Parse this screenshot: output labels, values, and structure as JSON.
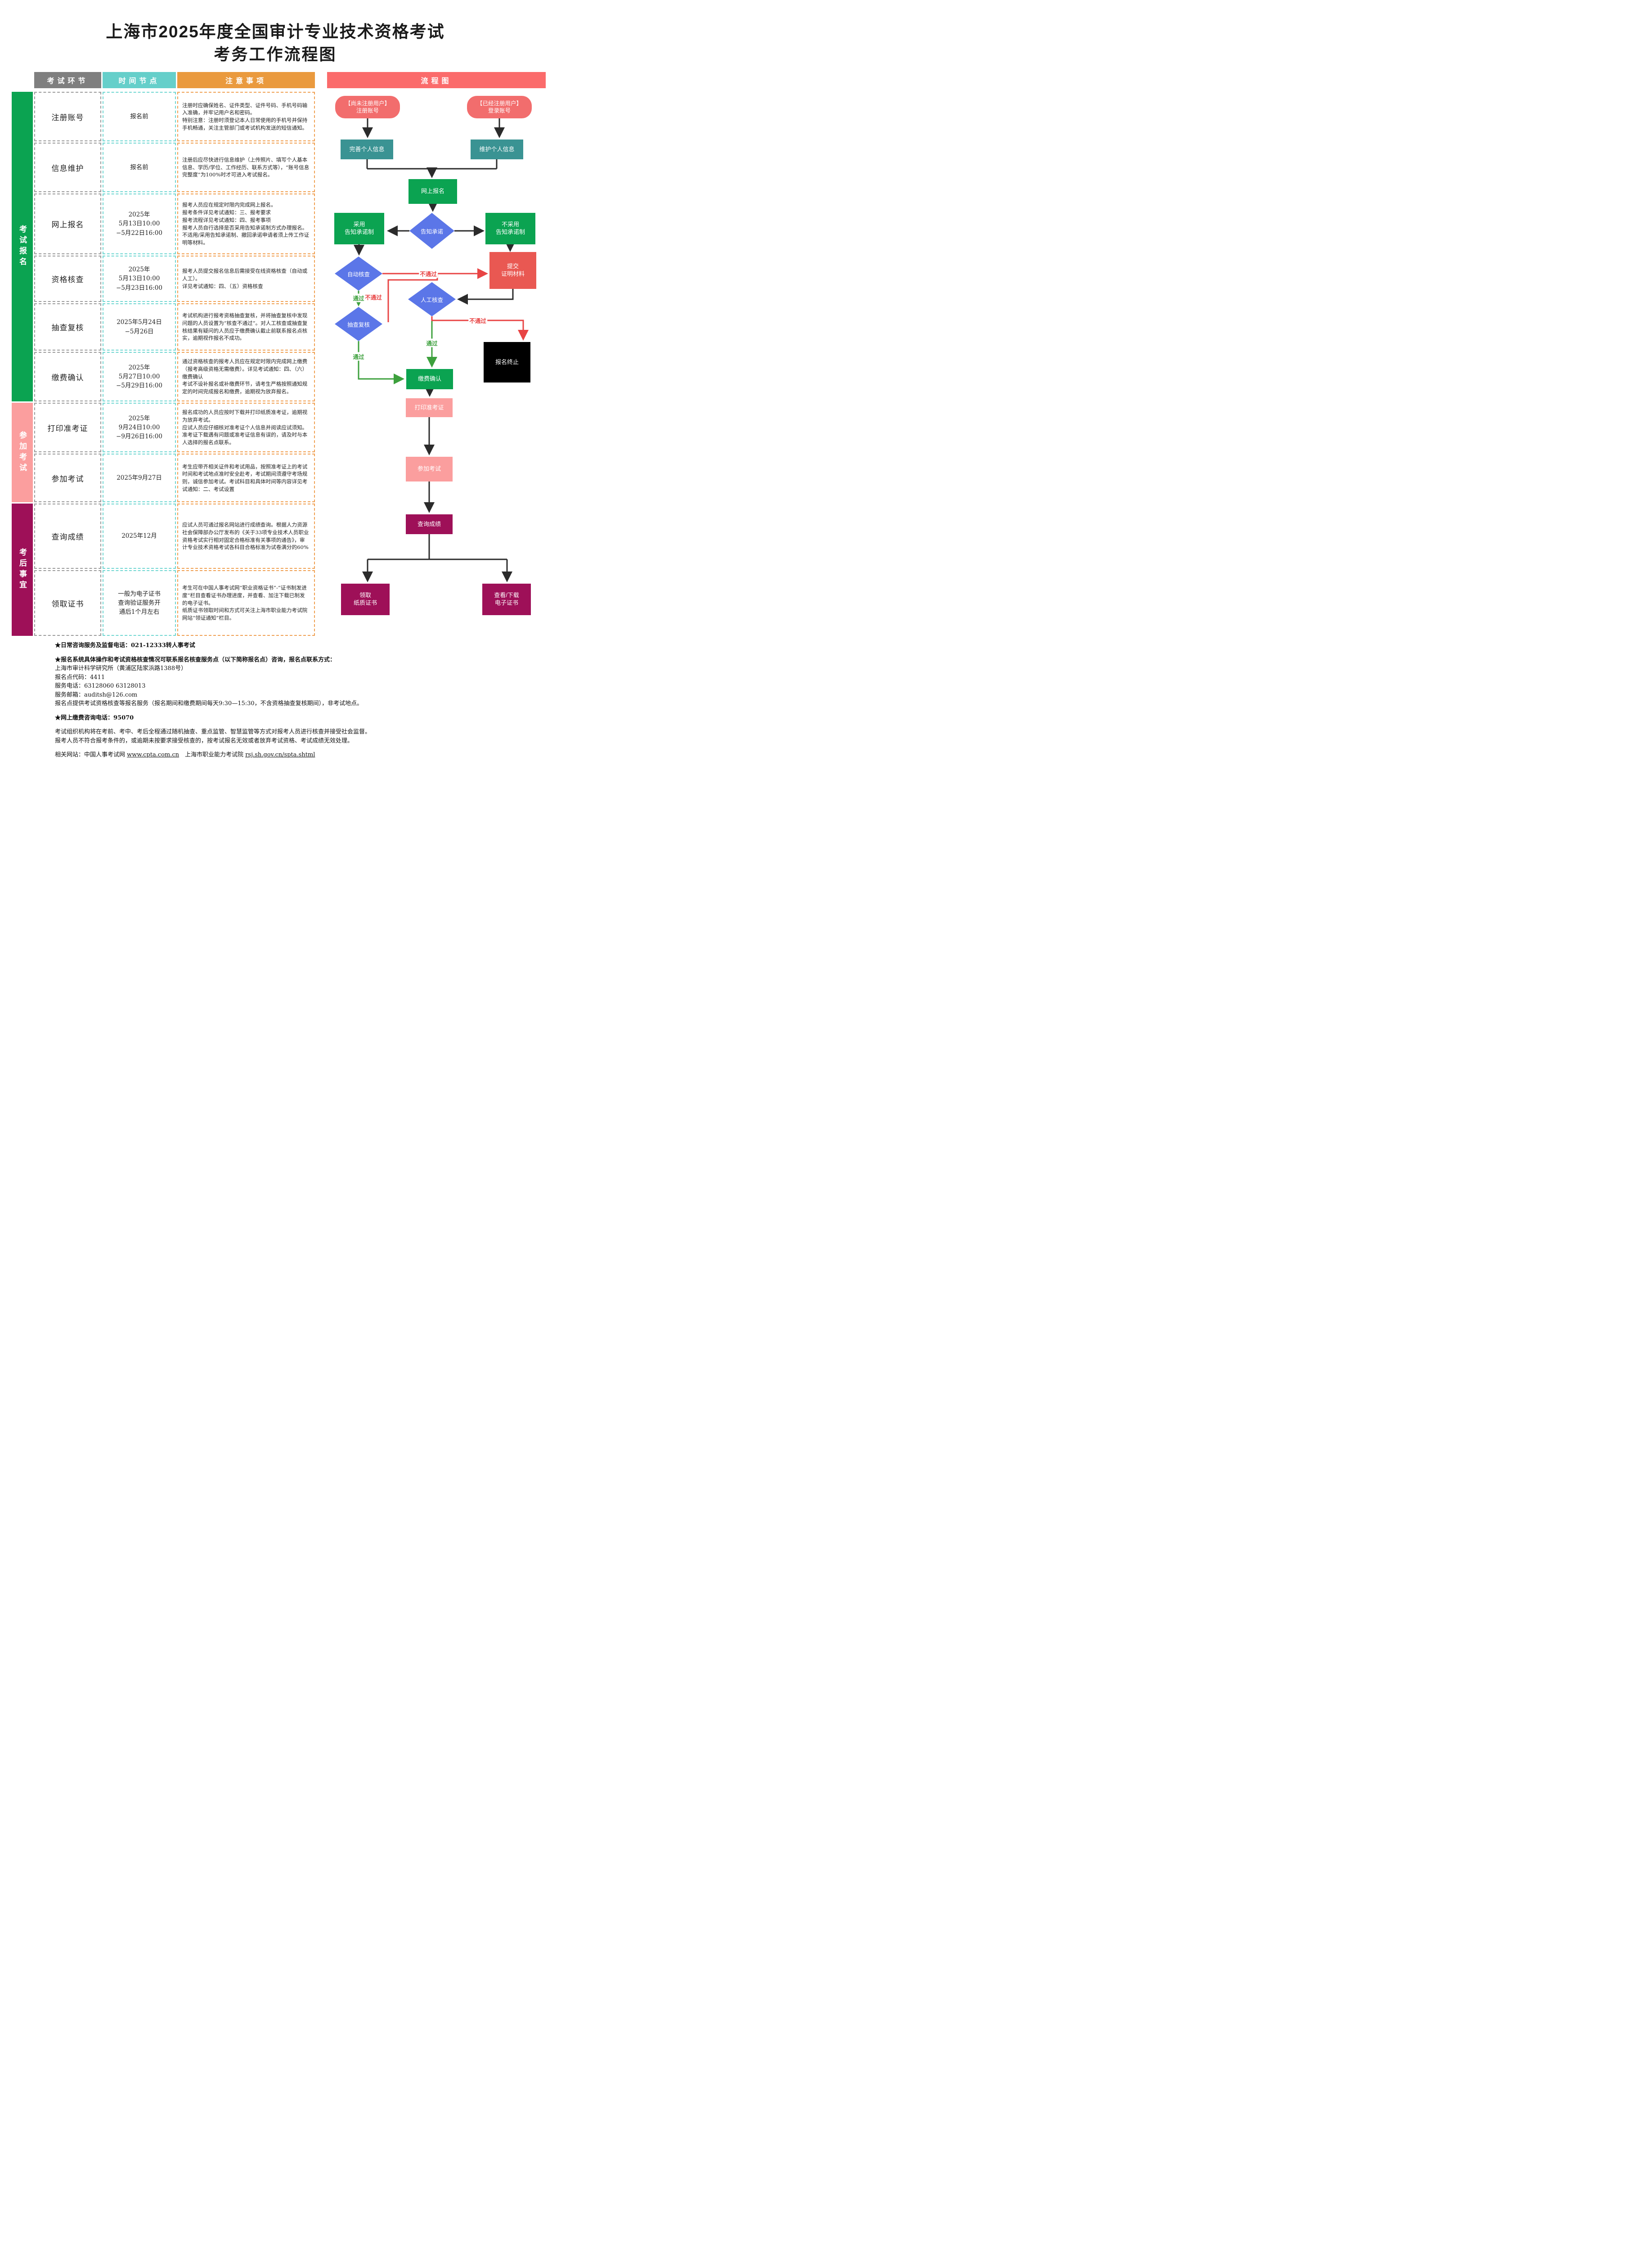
{
  "colors": {
    "header_gray": "#7f7f7f",
    "header_teal": "#65cfca",
    "header_orange": "#ea9a3e",
    "header_red": "#fb6b6b",
    "sidebar_green": "#0ba351",
    "sidebar_pink": "#fb9e9e",
    "sidebar_magenta": "#9e1058",
    "flow_teal": "#3a9393",
    "flow_blue": "#5b76e8",
    "flow_red_box": "#e95852",
    "line_green": "#3da03d",
    "line_red": "#e84444"
  },
  "title": {
    "line1": "上海市2025年度全国审计专业技术资格考试",
    "line2": "考务工作流程图"
  },
  "table": {
    "headers": {
      "stage": "考试环节",
      "time": "时间节点",
      "note": "注意事项",
      "flow": "流程图"
    },
    "sidebar": {
      "group1": "考试报名",
      "group2": "参加考试",
      "group3": "考后事宜"
    },
    "rows": [
      {
        "stage": "注册账号",
        "time": "报名前",
        "note": "注册时应确保姓名、证件类型、证件号码、手机号码输入准确，并牢记用户名和密码。\n特别注意：注册时须登记本人日常使用的手机号并保持手机畅通，关注主管部门或考试机构发送的短信通知。"
      },
      {
        "stage": "信息维护",
        "time": "报名前",
        "note": "注册后应尽快进行信息维护（上传照片、填写个人基本信息、学历/学位、工作经历、联系方式等），“账号信息完整度”为100%时才可进入考试报名。"
      },
      {
        "stage": "网上报名",
        "time": "2025年\n5月13日10:00\n−5月22日16:00",
        "note": "报考人员应在规定时限内完成网上报名。\n报考条件详见考试通知：三、报考要求\n报考流程详见考试通知：四、报考事项\n报考人员自行选择是否采用告知承诺制方式办理报名。不适用/采用告知承诺制、撤回承诺申请者须上传工作证明等材料。"
      },
      {
        "stage": "资格核查",
        "time": "2025年\n5月13日10:00\n−5月23日16:00",
        "note": "报考人员提交报名信息后需接受在线资格核查（自动或人工）。\n详见考试通知：四、（五）资格核查"
      },
      {
        "stage": "抽查复核",
        "time": "2025年5月24日\n−5月26日",
        "note": "考试机构进行报考资格抽查复核，并将抽查复核中发现问题的人员设置为“核查不通过”。对人工核查或抽查复核结果有疑问的人员应于缴费确认截止前联系报名点核实，逾期视作报名不成功。"
      },
      {
        "stage": "缴费确认",
        "time": "2025年\n5月27日10:00\n−5月29日16:00",
        "note": "通过资格核查的报考人员应在规定时限内完成网上缴费（报考高级资格无需缴费）。详见考试通知：四、（六）缴费确认\n考试不设补报名或补缴费环节，请考生严格按照通知规定的时间完成报名和缴费，逾期视为放弃报名。"
      },
      {
        "stage": "打印准考证",
        "time": "2025年\n9月24日10:00\n−9月26日16:00",
        "note": "报名成功的人员应按时下载并打印纸质准考证，逾期视为放弃考试。\n应试人员应仔细核对准考证个人信息并阅读应试须知。准考证下载遇有问题或准考证信息有误的，请及时与本人选择的报名点联系。"
      },
      {
        "stage": "参加考试",
        "time": "2025年9月27日",
        "note": "考生应带齐相关证件和考试用品，按照准考证上的考试时间和考试地点准时安全赴考，考试期间须遵守考场规则，诚信参加考试。考试科目和具体时间等内容详见考试通知：二、考试设置"
      },
      {
        "stage": "查询成绩",
        "time": "2025年12月",
        "note": "应试人员可通过报名网站进行成绩查询。根据人力资源社会保障部办公厅发布的《关于33项专业技术人员职业资格考试实行相对固定合格标准有关事项的通告》，审计专业技术资格考试各科目合格标准为试卷满分的60%"
      },
      {
        "stage": "领取证书",
        "time": "一般为电子证书\n查询验证服务开\n通后1个月左右",
        "note": "考生可在中国人事考试网“职业资格证书”-“证书制发进度”栏目查看证书办理进度，并查看、加注下载已制发的电子证书。\n纸质证书领取时间和方式可关注上海市职业能力考试院网站“领证通知”栏目。"
      }
    ]
  },
  "flow": {
    "nodes": {
      "register_new": "【尚未注册用户】\n注册账号",
      "login_existing": "【已经注册用户】\n登录账号",
      "complete_info": "完善个人信息",
      "maintain_info": "维护个人信息",
      "online_reg": "网上报名",
      "notice_commit": "告知承诺",
      "use_commit": "采用\n告知承诺制",
      "no_commit": "不采用\n告知承诺制",
      "auto_check": "自动核查",
      "submit_materials": "提交\n证明材料",
      "manual_check": "人工核查",
      "spot_check": "抽查复核",
      "reg_end": "报名终止",
      "pay_confirm": "缴费确认",
      "print_ticket": "打印准考证",
      "take_exam": "参加考试",
      "query_score": "查询成绩",
      "paper_cert": "领取\n纸质证书",
      "e_cert": "查看/下载\n电子证书"
    },
    "edge_labels": {
      "pass": "通过",
      "fail": "不通过"
    }
  },
  "footer": {
    "hotline": "★日常咨询服务及监督电话：021-12333转人事考试",
    "reg_intro": "★报名系统具体操作和考试资格核查情况可联系报名核查服务点（以下简称报名点）咨询，报名点联系方式：",
    "org": "上海市审计科学研究所（黄浦区陆家浜路1388号）",
    "code": "报名点代码：4411",
    "phone": "服务电话：63128060 63128013",
    "email": "服务邮箱：auditsh@126.com",
    "service_note": "报名点提供考试资格核查等报名服务（报名期间和缴费期间每天9:30—15:30，不含资格抽查复核期间），非考试地点。",
    "pay_hotline": "★网上缴费咨询电话：95070",
    "supervision1": "考试组织机构将在考前、考中、考后全程通过随机抽查、重点监管、智慧监管等方式对报考人员进行核查并接受社会监督。",
    "supervision2": "报考人员不符合报考条件的，或逾期未按要求接受核查的，按考试报名无效或者放弃考试资格、考试成绩无效处理。",
    "sites_prefix": "相关网站：中国人事考试网 ",
    "site1": "www.cpta.com.cn",
    "sites_mid": "　上海市职业能力考试院 ",
    "site2": "rsj.sh.gov.cn/spta.shtml"
  }
}
